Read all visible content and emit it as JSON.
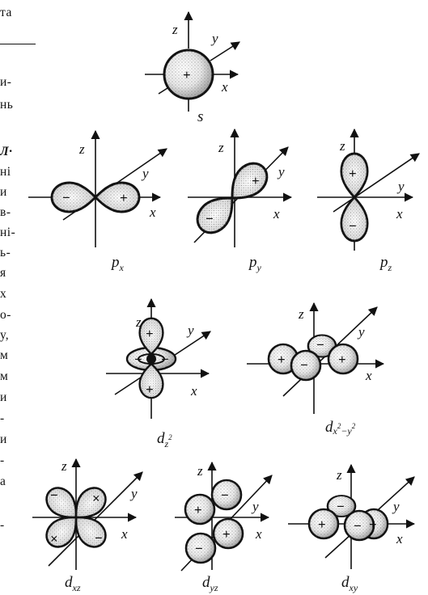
{
  "margin_text": {
    "lines": [
      "та",
      "и-",
      "нь",
      "Л·",
      "ні",
      "и",
      "в-",
      "ні-",
      "ь-",
      "я",
      "х",
      "о-",
      "у,",
      "м",
      "м",
      "и",
      "-",
      "и",
      "-",
      "а",
      "-"
    ]
  },
  "axes": {
    "x": "x",
    "y": "y",
    "z": "z"
  },
  "signs": {
    "plus": "+",
    "minus": "−",
    "cross": "×"
  },
  "orbitals": {
    "s": {
      "main": "s",
      "sub": "",
      "sup_a": "",
      "sup_b": "",
      "sub_tail": ""
    },
    "px": {
      "main": "p",
      "sub": "x"
    },
    "py": {
      "main": "p",
      "sub": "y"
    },
    "pz": {
      "main": "p",
      "sub": "z"
    },
    "dz2": {
      "main": "d",
      "sub": "z",
      "sup": "2"
    },
    "dx2y2": {
      "main": "d",
      "sub_a": "x",
      "sup_a": "2",
      "sub_mid": "−y",
      "sup_b": "2"
    },
    "dxz": {
      "main": "d",
      "sub": "xz"
    },
    "dyz": {
      "main": "d",
      "sub": "yz"
    },
    "dxy": {
      "main": "d",
      "sub": "xy"
    }
  }
}
